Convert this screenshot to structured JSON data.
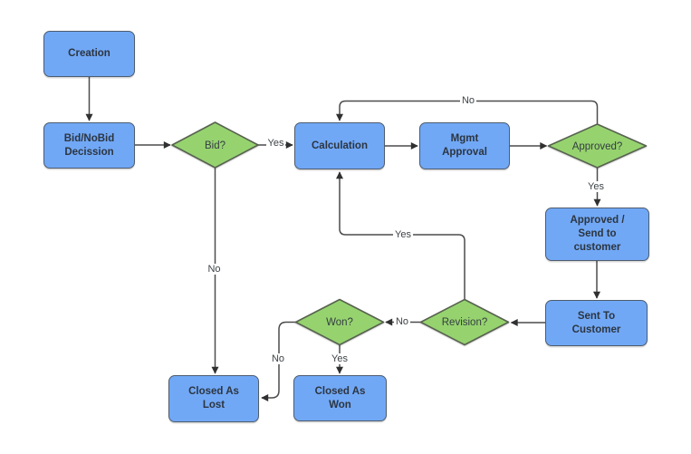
{
  "nodes": {
    "creation": {
      "type": "process",
      "label": "Creation"
    },
    "bid_nobid": {
      "type": "process",
      "label": "Bid/NoBid\nDecission"
    },
    "bid": {
      "type": "decision",
      "label": "Bid?"
    },
    "calculation": {
      "type": "process",
      "label": "Calculation"
    },
    "mgmt_approval": {
      "type": "process",
      "label": "Mgmt\nApproval"
    },
    "approved": {
      "type": "decision",
      "label": "Approved?"
    },
    "approved_send": {
      "type": "process",
      "label": "Approved /\nSend to\ncustomer"
    },
    "sent_customer": {
      "type": "process",
      "label": "Sent To\nCustomer"
    },
    "revision": {
      "type": "decision",
      "label": "Revision?"
    },
    "won": {
      "type": "decision",
      "label": "Won?"
    },
    "closed_won": {
      "type": "process",
      "label": "Closed As\nWon"
    },
    "closed_lost": {
      "type": "process",
      "label": "Closed As\nLost"
    }
  },
  "edge_labels": {
    "bid_yes": "Yes",
    "bid_no": "No",
    "approved_no": "No",
    "approved_yes": "Yes",
    "revision_yes": "Yes",
    "revision_no": "No",
    "won_yes": "Yes",
    "won_no": "No"
  },
  "colors": {
    "process_fill": "#71a8f6",
    "process_border": "#4e5c6e",
    "decision_fill": "#96d36f",
    "decision_border": "#57624f",
    "connector": "#4c4c4c",
    "arrowhead": "#303030",
    "node_text": "#2c3540",
    "label_text": "#3e4347",
    "background": "#ffffff"
  }
}
